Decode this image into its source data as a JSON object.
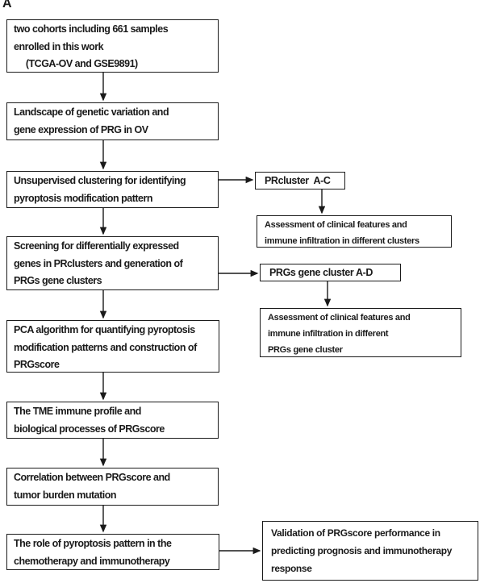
{
  "panel_label": "A",
  "colors": {
    "line": "#1a1a1a",
    "background": "#ffffff",
    "text": "#1a1a1a"
  },
  "boxes": {
    "cohorts": "two cohorts including 661 samples\nenrolled in this work\n     (TCGA-OV and GSE9891)",
    "landscape": "Landscape of genetic variation and\ngene expression of PRG in OV",
    "clustering": "Unsupervised clustering for identifying\npyroptosis modification pattern",
    "screening": "Screening for differentially expressed\ngenes in PRclusters and generation of\nPRGs gene clusters",
    "pca": "PCA algorithm for quantifying pyroptosis\nmodification patterns and construction of\nPRGscore",
    "tme": "The TME immune profile and\nbiological processes of PRGscore",
    "correlation": "Correlation between PRGscore and\ntumor burden mutation",
    "role": "The role of pyroptosis pattern in the\nchemotherapy and immunotherapy",
    "prcluster": "PRcluster  A-C",
    "assessment_clusters": "Assessment of clinical features and\nimmune infiltration in different clusters",
    "prgs_gene_cluster": "PRGs gene cluster A-D",
    "assessment_gene_cluster": "Assessment of clinical features and\nimmune infiltration in different\nPRGs gene cluster",
    "validation": "Validation of PRGscore performance in\npredicting prognosis and immunotherapy\nresponse"
  }
}
